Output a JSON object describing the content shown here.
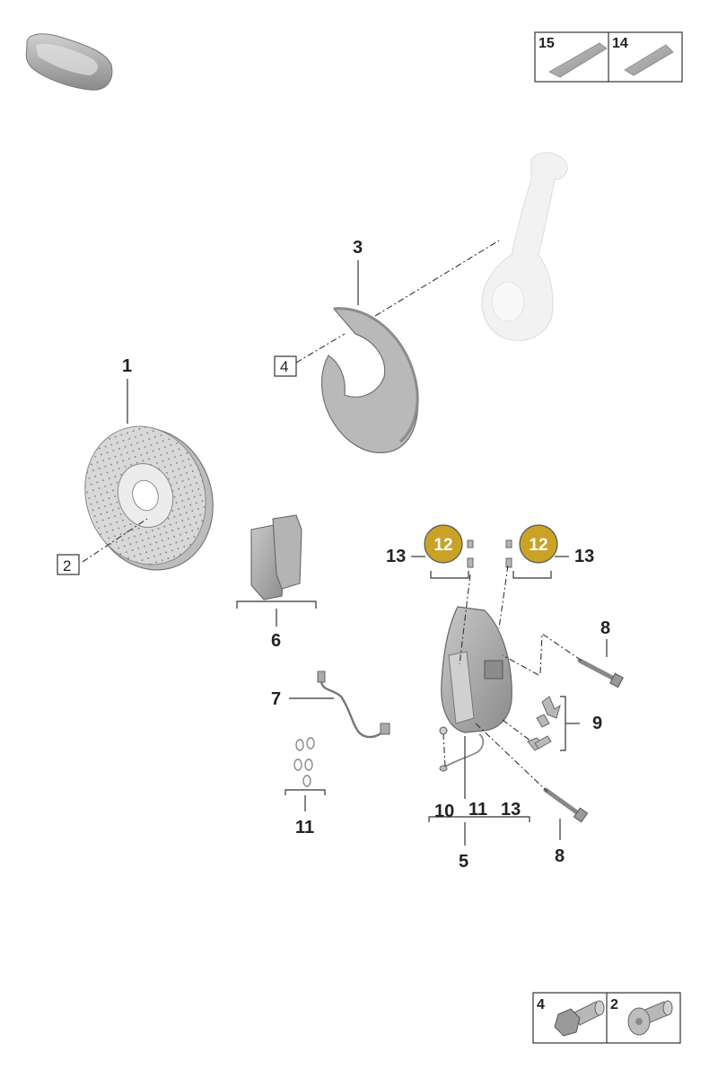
{
  "legend_top": {
    "items": [
      {
        "number": "15"
      },
      {
        "number": "14"
      }
    ]
  },
  "legend_bottom": {
    "items": [
      {
        "number": "4"
      },
      {
        "number": "2"
      }
    ]
  },
  "callouts": {
    "disc": "1",
    "disc_screw": "2",
    "cover_plate": "3",
    "cover_screw": "4",
    "caliper": "5",
    "pads": "6",
    "wear_sensor": "7",
    "bolt_upper": "8",
    "bolt_lower": "8",
    "spring_kit": "9",
    "caliper_sub_a": "10",
    "caliper_sub_b": "11",
    "caliper_sub_c": "13",
    "seal_ring_kit": "11",
    "bleeder_left": "13",
    "bleeder_right": "13",
    "cap_left": "12",
    "cap_right": "12"
  },
  "colors": {
    "badge_gold": "#c9a227",
    "part_grey": "#9a9a9a",
    "knuckle_grey": "#e6e6e6"
  }
}
